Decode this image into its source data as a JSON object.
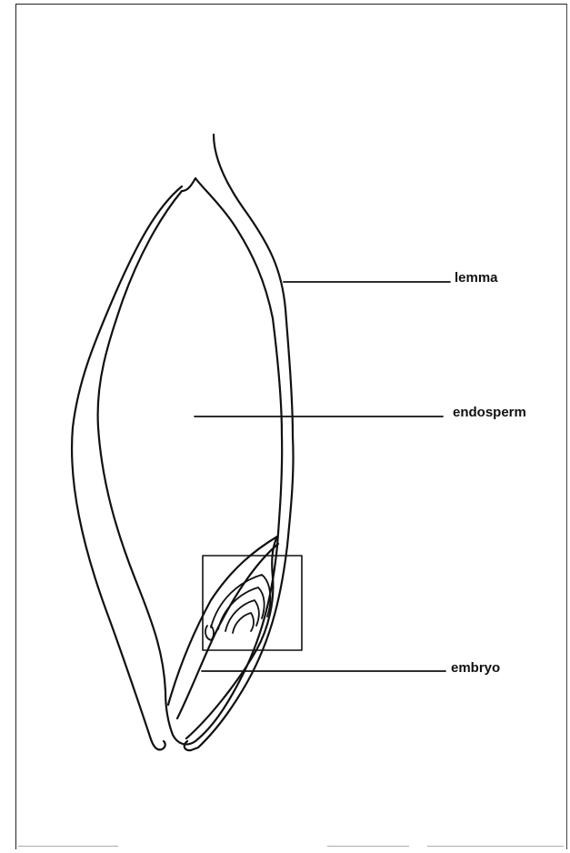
{
  "labels": {
    "lemma": "lemma",
    "endosperm": "endosperm",
    "embryo": "embryo"
  },
  "colors": {
    "ink": "#111111",
    "background": "#ffffff"
  }
}
